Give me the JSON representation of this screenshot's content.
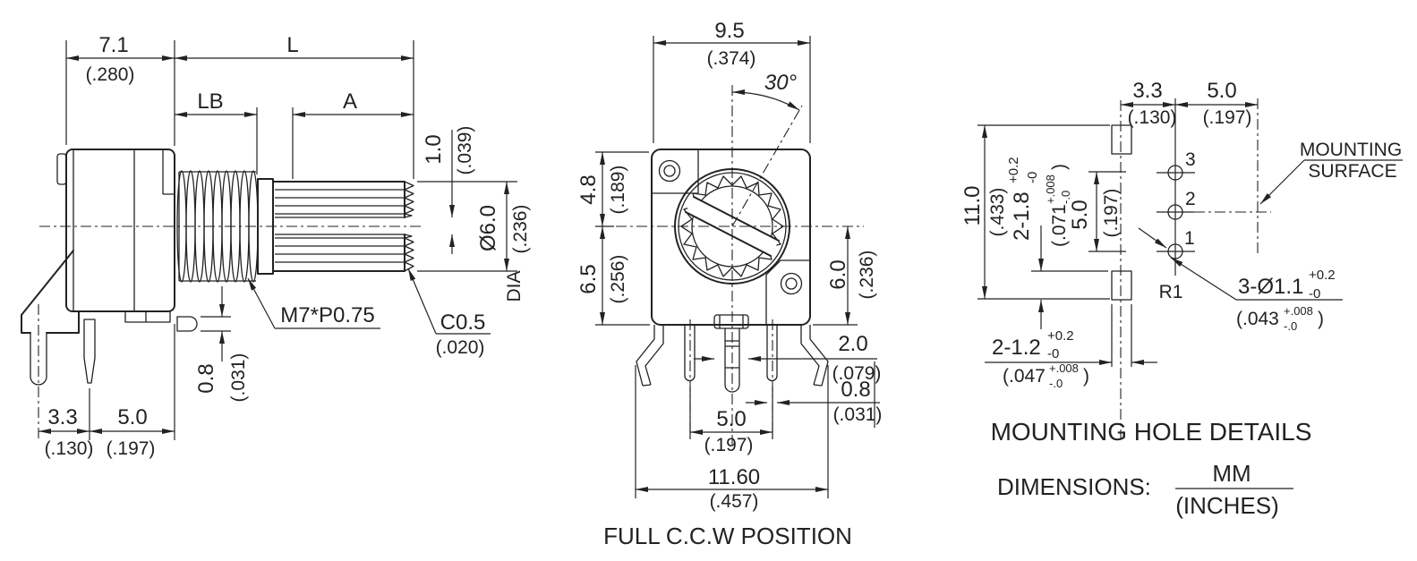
{
  "colors": {
    "ink": "#222222",
    "background": "#ffffff"
  },
  "side_view": {
    "width_7_1": "7.1",
    "width_7_1_in": "(.280)",
    "len_L": "L",
    "len_LB": "LB",
    "len_A": "A",
    "slot_1_0": "1.0",
    "slot_1_0_in": "(.039)",
    "dia_6": "Ø6.0",
    "dia_6_in": "(.236)",
    "dia_suffix": "DIA",
    "thread_spec": "M7*P0.75",
    "chamfer": "C0.5",
    "chamfer_in": "(.020)",
    "tab_0_8": "0.8",
    "tab_0_8_in": "(.031)",
    "pin_3_3": "3.3",
    "pin_3_3_in": "(.130)",
    "pin_5_0": "5.0",
    "pin_5_0_in": "(.197)"
  },
  "front_view": {
    "width_9_5": "9.5",
    "width_9_5_in": "(.374)",
    "angle_30": "30°",
    "h_4_8": "4.8",
    "h_4_8_in": "(.189)",
    "h_6_5": "6.5",
    "h_6_5_in": "(.256)",
    "h_6_0": "6.0",
    "h_6_0_in": "(.236)",
    "pin_2_0": "2.0",
    "pin_2_0_in": "(.079)",
    "pin_0_8": "0.8",
    "pin_0_8_in": "(.031)",
    "pitch_5_0": "5.0",
    "pitch_5_0_in": "(.197)",
    "span_11_60": "11.60",
    "span_11_60_in": "(.457)",
    "caption": "FULL C.C.W POSITION"
  },
  "mounting_view": {
    "off_3_3": "3.3",
    "off_3_3_in": "(.130)",
    "off_5_0": "5.0",
    "off_5_0_in": "(.197)",
    "h_11_0": "11.0",
    "h_11_0_in": "(.433)",
    "slot18": "2-1.8",
    "slot18_sup": "+0.2",
    "slot18_sub": "-0",
    "slot18_in": "(.071",
    "slot18_in_sup": "+.008",
    "slot18_in_sub": "-.0",
    "slot18_in_close": ")",
    "pitch_5_0": "5.0",
    "pitch_5_0_in": "(.197)",
    "pin3": "3",
    "pin2": "2",
    "pin1": "1",
    "surface_line1": "MOUNTING",
    "surface_line2": "SURFACE",
    "holes": "3-Ø1.1",
    "holes_sup": "+0.2",
    "holes_sub": "-0",
    "holes_in": "(.043",
    "holes_in_sup": "+.008",
    "holes_in_sub": "-.0",
    "holes_in_close": ")",
    "r1": "R1",
    "slot12": "2-1.2",
    "slot12_sup": "+0.2",
    "slot12_sub": "-0",
    "slot12_in": "(.047",
    "slot12_in_sup": "+.008",
    "slot12_in_sub": "-.0",
    "slot12_in_close": ")",
    "title": "MOUNTING HOLE DETAILS",
    "dims_label": "DIMENSIONS:",
    "unit_mm": "MM",
    "unit_inch": "(INCHES)"
  }
}
